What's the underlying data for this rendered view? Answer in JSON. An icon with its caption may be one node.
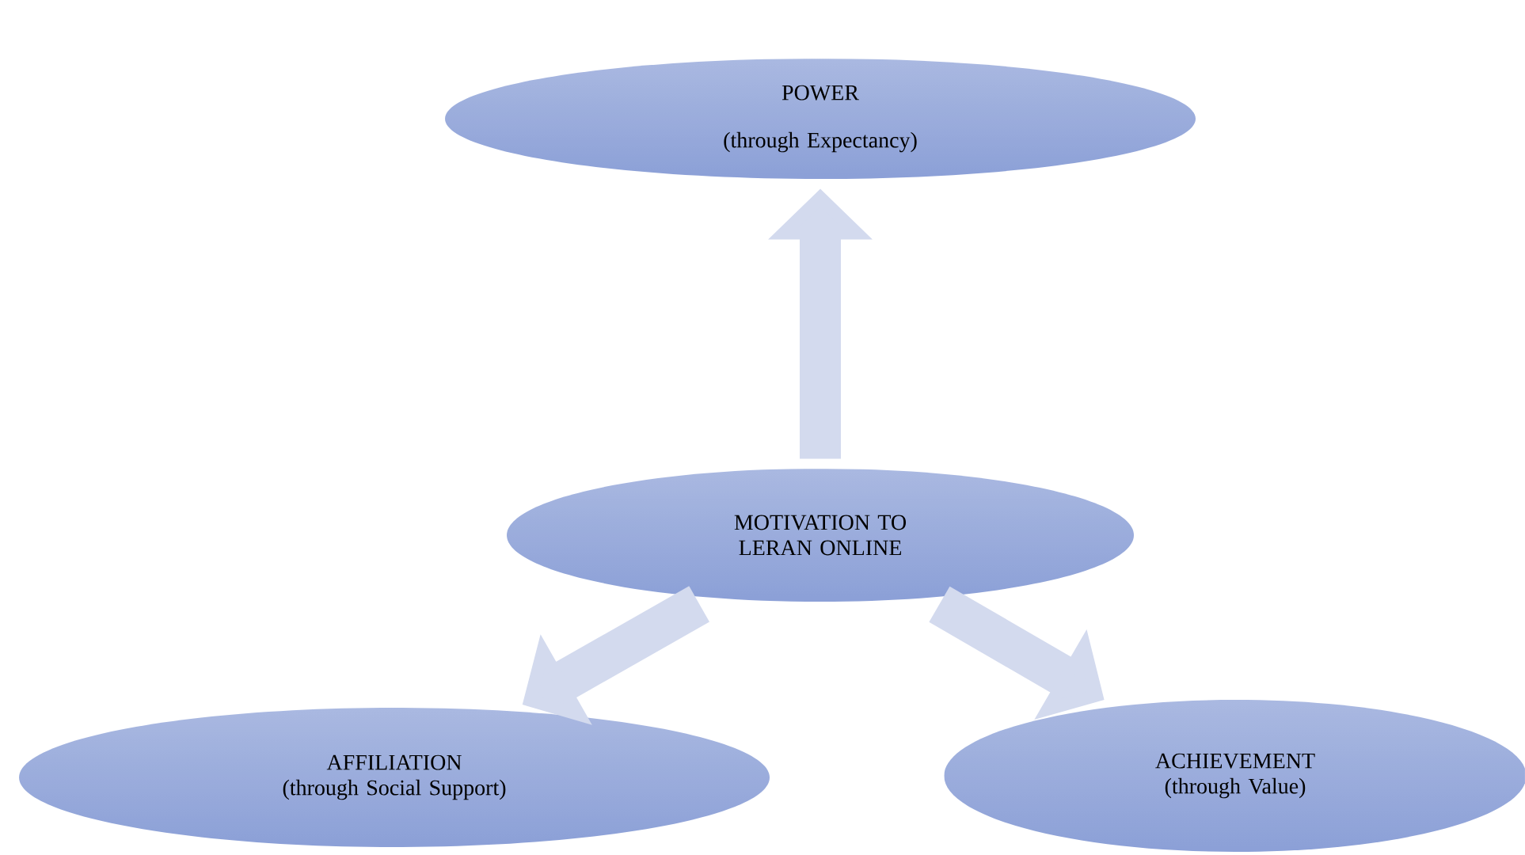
{
  "diagram": {
    "nodes": [
      {
        "text": [
          "POWER",
          "(through Expectancy)"
        ]
      },
      {
        "text": [
          "MOTIVATION TO LERAN ONLINE"
        ]
      },
      {
        "text": [
          "AFFILIATION",
          "(through Social Support)"
        ]
      },
      {
        "text": [
          "ACHIEVEMENT",
          "(through Value)"
        ]
      }
    ],
    "edges": [
      {
        "from": 1,
        "to": 0,
        "arrow": "to"
      },
      {
        "from": 1,
        "to": 2,
        "arrow": "to"
      },
      {
        "from": 1,
        "to": 3,
        "arrow": "to"
      }
    ]
  }
}
